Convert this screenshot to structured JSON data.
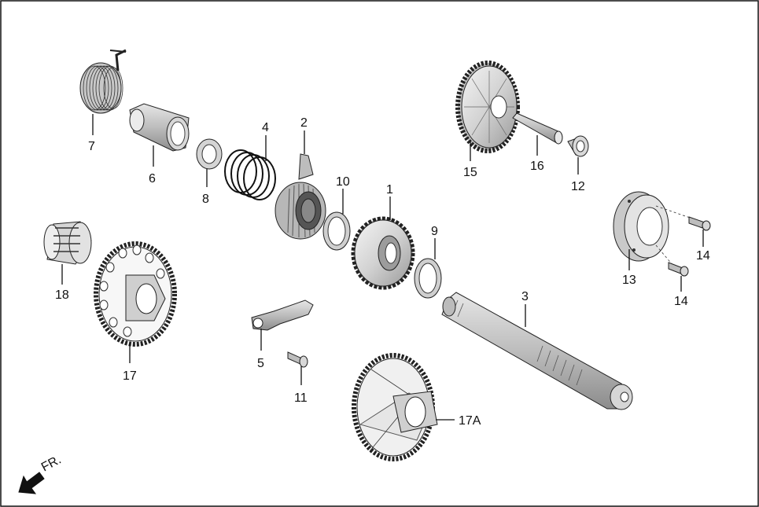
{
  "diagram": {
    "parts": [
      {
        "id": "p7",
        "number": "7",
        "icon": "torsion-spring"
      },
      {
        "id": "p6",
        "number": "6",
        "icon": "spring-guide-sleeve"
      },
      {
        "id": "p8",
        "number": "8",
        "icon": "washer"
      },
      {
        "id": "p4",
        "number": "4",
        "icon": "coil-spring"
      },
      {
        "id": "p2",
        "number": "2",
        "icon": "ratchet-gear"
      },
      {
        "id": "p10",
        "number": "10",
        "icon": "washer"
      },
      {
        "id": "p1",
        "number": "1",
        "icon": "spur-gear"
      },
      {
        "id": "p9",
        "number": "9",
        "icon": "washer"
      },
      {
        "id": "p3",
        "number": "3",
        "icon": "splined-shaft"
      },
      {
        "id": "p15",
        "number": "15",
        "icon": "idle-gear"
      },
      {
        "id": "p16",
        "number": "16",
        "icon": "pin-shaft"
      },
      {
        "id": "p12",
        "number": "12",
        "icon": "bushing"
      },
      {
        "id": "p13",
        "number": "13",
        "icon": "stopper-plate"
      },
      {
        "id": "p14a",
        "number": "14",
        "icon": "bolt"
      },
      {
        "id": "p14b",
        "number": "14",
        "icon": "bolt"
      },
      {
        "id": "p18",
        "number": "18",
        "icon": "needle-bearing"
      },
      {
        "id": "p17",
        "number": "17",
        "icon": "driven-gear"
      },
      {
        "id": "p17A",
        "number": "17A",
        "icon": "driven-gear-back-side"
      },
      {
        "id": "p5",
        "number": "5",
        "icon": "guide-plate"
      },
      {
        "id": "p11",
        "number": "11",
        "icon": "bolt"
      }
    ],
    "direction_indicator": {
      "text": "FR.",
      "icon": "arrow-down-left-icon"
    }
  }
}
